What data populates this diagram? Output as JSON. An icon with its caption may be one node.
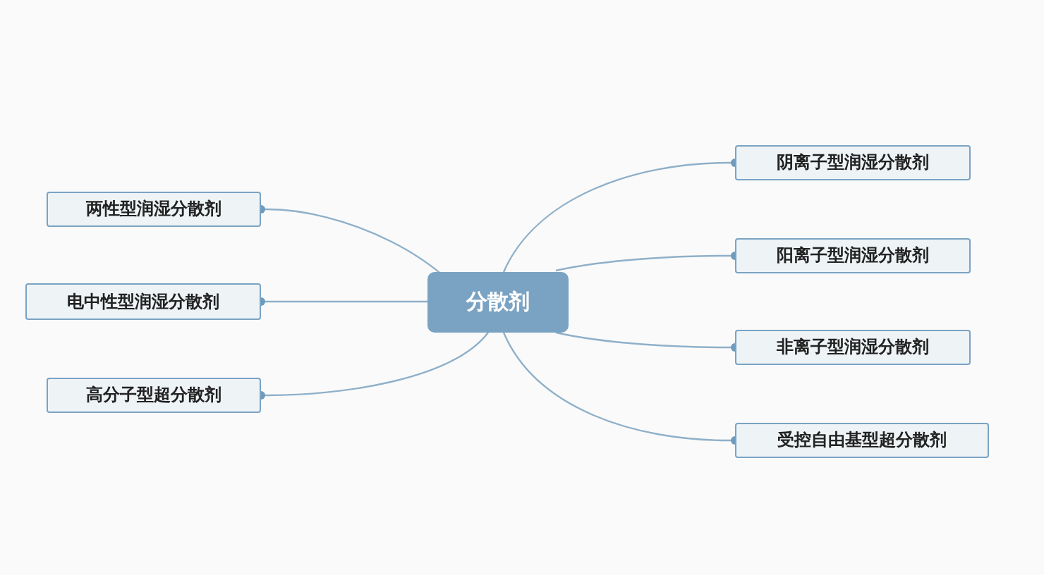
{
  "diagram": {
    "nodes": [
      {
        "text": [
          "分散剂"
        ]
      },
      {
        "text": [
          "阴离子型润湿分散剂"
        ]
      },
      {
        "text": [
          "阳离子型润湿分散剂"
        ]
      },
      {
        "text": [
          "非离子型润湿分散剂"
        ]
      },
      {
        "text": [
          "受控自由基型超分散剂"
        ]
      },
      {
        "text": [
          "两性型润湿分散剂"
        ]
      },
      {
        "text": [
          "电中性型润湿分散剂"
        ]
      },
      {
        "text": [
          "高分子型超分散剂"
        ]
      }
    ],
    "edges": [
      {
        "from": 0,
        "to": 1,
        "arrow": "other"
      },
      {
        "from": 0,
        "to": 2,
        "arrow": "other"
      },
      {
        "from": 0,
        "to": 3,
        "arrow": "other"
      },
      {
        "from": 0,
        "to": 4,
        "arrow": "other"
      },
      {
        "from": 0,
        "to": 5,
        "arrow": "other"
      },
      {
        "from": 0,
        "to": 6,
        "arrow": "other"
      },
      {
        "from": 0,
        "to": 7,
        "arrow": "other"
      }
    ]
  }
}
